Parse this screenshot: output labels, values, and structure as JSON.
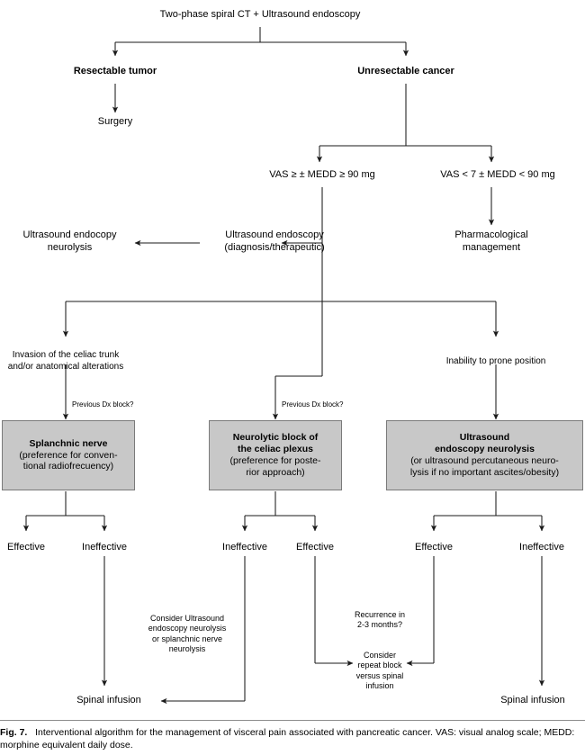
{
  "figure": {
    "label": "Fig. 7.",
    "caption": "Interventional algorithm for the management of visceral pain associated with pancreatic cancer. VAS: visual analog scale; MEDD: morphine equivalent daily dose.",
    "type": "flowchart",
    "box_fill": "#c8c8c8",
    "line_color": "#1a1a1a",
    "background": "#ffffff"
  },
  "nodes": {
    "root": "Two-phase spiral CT + Ultrasound endoscopy",
    "resectable": "Resectable tumor",
    "unresectable": "Unresectable cancer",
    "surgery": "Surgery",
    "vas_high": "VAS ≥ ± MEDD ≥ 90 mg",
    "vas_low": "VAS < 7 ± MEDD < 90 mg",
    "us_endoscopy_diag_l1": "Ultrasound endoscopy",
    "us_endoscopy_diag_l2": "(diagnosis/therapeutic)",
    "us_endocopy_neuro_l1": "Ultrasound endocopy",
    "us_endocopy_neuro_l2": "neurolysis",
    "pharmacological_l1": "Pharmacological",
    "pharmacological_l2": "management",
    "invasion_l1": "Invasion of the celiac trunk",
    "invasion_l2": "and/or anatomical alterations",
    "inability_prone": "Inability to prone position",
    "prev_dx_left": "Previous Dx block?",
    "prev_dx_mid": "Previous Dx block?",
    "consider_us_l1": "Consider Ultrasound",
    "consider_us_l2": "endoscopy neurolysis",
    "consider_us_l3": "or splanchnic nerve",
    "consider_us_l4": "neurolysis",
    "recurrence_l1": "Recurrence in",
    "recurrence_l2": "2-3 months?",
    "repeat_block_l1": "Consider",
    "repeat_block_l2": "repeat block",
    "repeat_block_l3": "versus spinal",
    "repeat_block_l4": "infusion",
    "spinal_left": "Spinal infusion",
    "spinal_right": "Spinal infusion"
  },
  "boxes": {
    "splanchnic": {
      "title": "Splanchnic nerve",
      "line2": "(preference for conven-",
      "line3": "tional radiofrecuency)"
    },
    "neurolytic": {
      "title_l1": "Neurolytic block of",
      "title_l2": "the celiac plexus",
      "line3": "(preference for poste-",
      "line4": "rior approach)"
    },
    "ultrasound": {
      "title_l1": "Ultrasound",
      "title_l2": "endoscopy neurolysis",
      "line3": "(or ultrasound percutaneous neuro-",
      "line4": "lysis if no important ascites/obesity)"
    }
  },
  "outcomes": {
    "left_effective": "Effective",
    "left_ineffective": "Ineffective",
    "mid_ineffective": "Ineffective",
    "mid_effective": "Effective",
    "right_effective": "Effective",
    "right_ineffective": "Ineffective"
  }
}
